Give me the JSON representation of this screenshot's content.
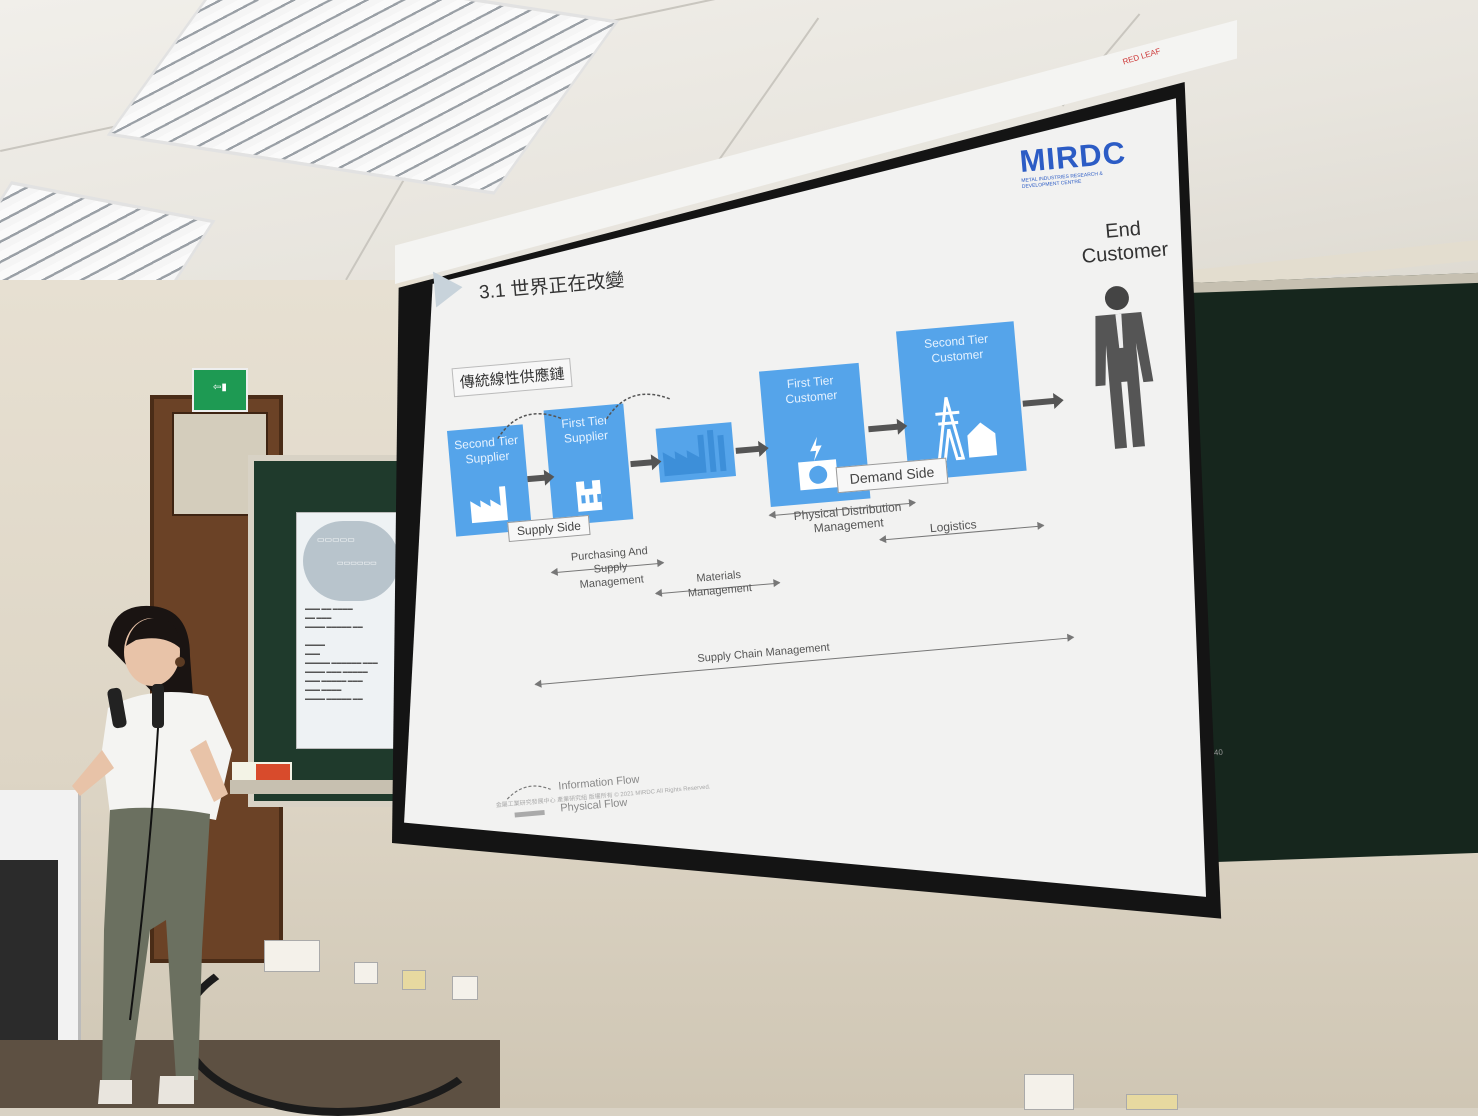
{
  "screen": {
    "brand": "RED LEAF"
  },
  "slide": {
    "title": "3.1 世界正在改變",
    "logo": {
      "name": "MIRDC",
      "subtitle": "METAL INDUSTRIES RESEARCH & DEVELOPMENT CENTRE"
    },
    "chain_label": "傳統線性供應鏈",
    "nodes": {
      "second_tier_supplier": "Second Tier Supplier",
      "first_tier_supplier": "First Tier Supplier",
      "first_tier_customer": "First Tier Customer",
      "second_tier_customer": "Second Tier Customer",
      "end_customer": "End Customer"
    },
    "side_tags": {
      "supply": "Supply Side",
      "demand": "Demand Side"
    },
    "spans": {
      "purchasing": "Purchasing And Supply Management",
      "materials": "Materials Management",
      "physical_distribution": "Physical Distribution Management",
      "logistics": "Logistics",
      "supply_chain": "Supply Chain Management"
    },
    "legend": {
      "information": "Information Flow",
      "physical": "Physical Flow"
    },
    "footer": "金屬工業研究發展中心 產業研究組 版權所有 © 2021 MIRDC All Rights Reserved.",
    "page_number": "40"
  },
  "colors": {
    "box_blue": "#55a4ea",
    "logo_blue": "#2c5cc5"
  }
}
